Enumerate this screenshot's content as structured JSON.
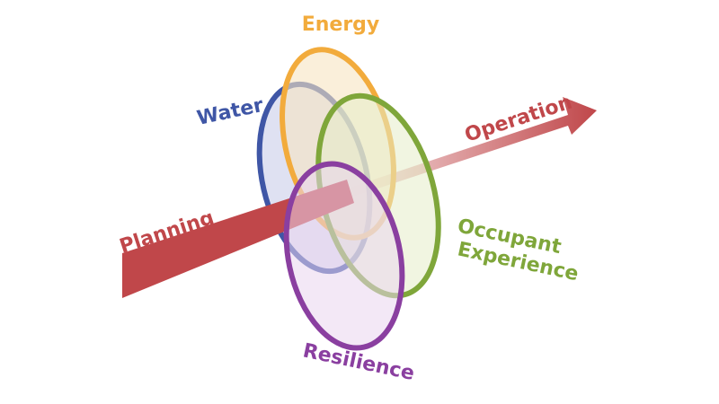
{
  "diagram": {
    "arrow": {
      "start_label": "Planning",
      "end_label": "Operation",
      "color": "#c0474a"
    },
    "rings": [
      {
        "id": "water",
        "label": "Water",
        "stroke": "#3f56a6",
        "fill": "#d9dcf0"
      },
      {
        "id": "energy",
        "label": "Energy",
        "stroke": "#f2ab3c",
        "fill": "#f7e4c2"
      },
      {
        "id": "occupant",
        "label": "Occupant",
        "label2": "Experience",
        "stroke": "#7fa63a",
        "fill": "#e5edc9"
      },
      {
        "id": "resilience",
        "label": "Resilience",
        "stroke": "#8a3fa0",
        "fill": "#e9d6ef"
      }
    ]
  }
}
